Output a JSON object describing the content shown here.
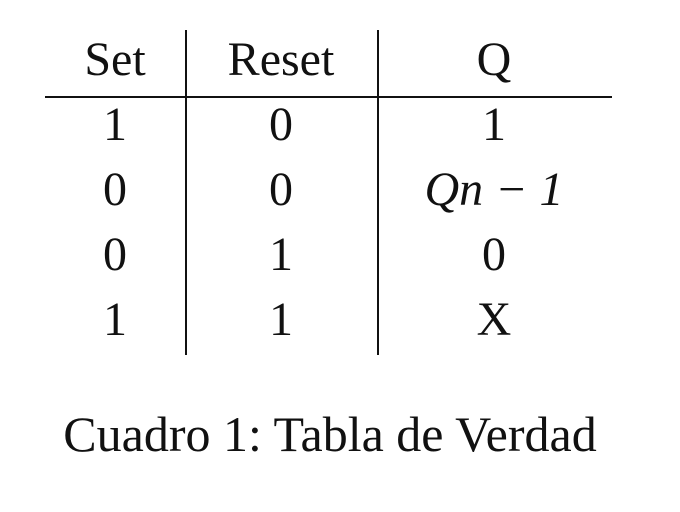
{
  "table": {
    "headers": [
      "Set",
      "Reset",
      "Q"
    ],
    "rows": [
      [
        "1",
        "0",
        "1"
      ],
      [
        "0",
        "0",
        "Qn − 1"
      ],
      [
        "0",
        "1",
        "0"
      ],
      [
        "1",
        "1",
        "X"
      ]
    ]
  },
  "caption": "Cuadro 1: Tabla de Verdad"
}
